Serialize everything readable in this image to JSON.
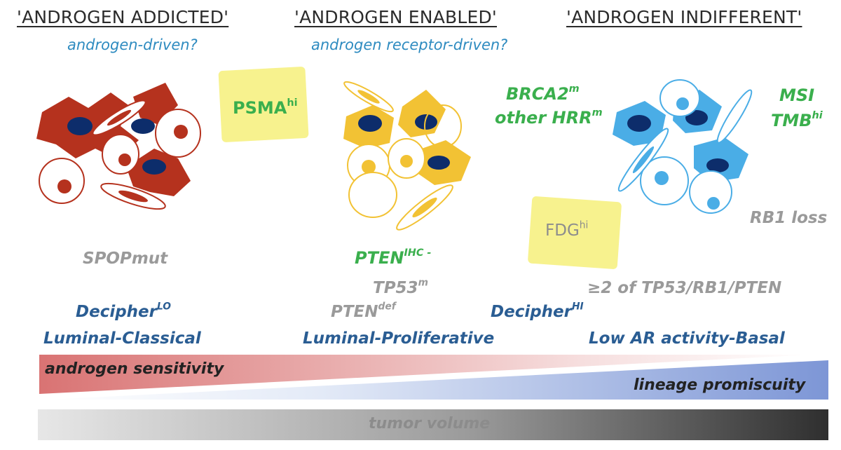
{
  "headers": {
    "addicted": "'ANDROGEN ADDICTED'",
    "enabled": "'ANDROGEN ENABLED'",
    "indifferent": "'ANDROGEN INDIFFERENT'"
  },
  "subtitles": {
    "addicted": "androgen-driven?",
    "enabled": "androgen receptor-driven?"
  },
  "markers": {
    "psma": {
      "base": "PSMA",
      "sup": "hi"
    },
    "brca_line1": {
      "base": "BRCA2",
      "sup": "m"
    },
    "brca_line2": {
      "base": "other HRR",
      "sup": "m"
    },
    "msi": "MSI",
    "tmb": {
      "base": "TMB",
      "sup": "hi"
    },
    "fdg": {
      "base": "FDG",
      "sup": "hi"
    },
    "rb1": "RB1 loss",
    "spop": "SPOPmut",
    "pten_ihc": {
      "base": "PTEN",
      "sup": "IHC -"
    },
    "tp53": {
      "base": "TP53",
      "sup": "m"
    },
    "pten_def": {
      "base": "PTEN",
      "sup": "def"
    },
    "ge2": "≥2 of TP53/RB1/PTEN"
  },
  "subtypes": {
    "decipher_lo": {
      "base": "Decipher",
      "sup": "LO"
    },
    "luminal_classical": "Luminal-Classical",
    "luminal_proliferative": "Luminal-Proliferative",
    "decipher_hi": {
      "base": "Decipher",
      "sup": "HI"
    },
    "low_ar": "Low AR activity-Basal"
  },
  "bars": {
    "androgen_sensitivity": "androgen sensitivity",
    "lineage_promiscuity": "lineage promiscuity",
    "tumor_volume": "tumor volume"
  },
  "colors": {
    "addicted": "#b5321e",
    "enabled": "#f2c234",
    "indifferent": "#4aade6",
    "nucleus": "#0d2d6b",
    "green": "#3aaf4d",
    "navy": "#2a5d93",
    "highlight": "#f6f07a"
  }
}
